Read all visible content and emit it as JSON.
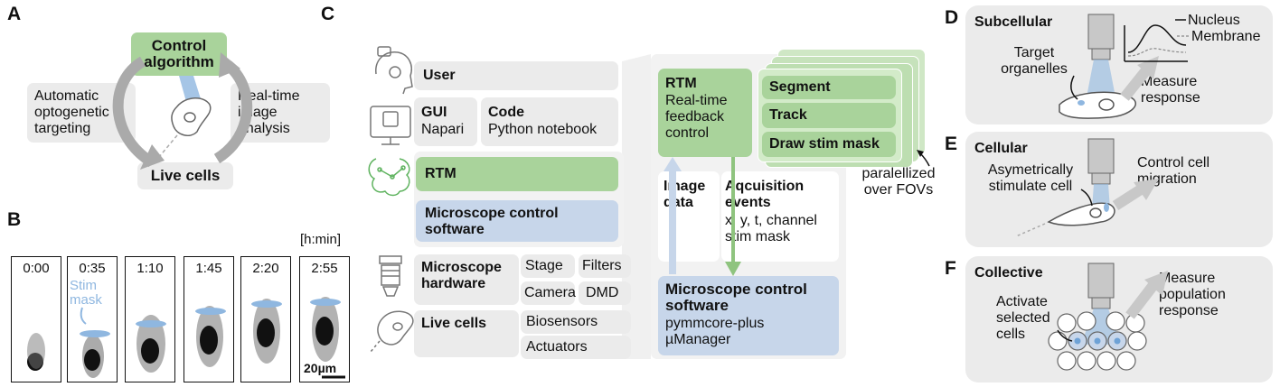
{
  "panels": {
    "a": "A",
    "b": "B",
    "c": "C",
    "d": "D",
    "e": "E",
    "f": "F"
  },
  "panel_a": {
    "control": "Control algorithm",
    "left": "Automatic optogenetic targeting",
    "right": "Real-time image analysis",
    "bottom": "Live cells"
  },
  "panel_b": {
    "unit": "[h:min]",
    "frames": [
      "0:00",
      "0:35",
      "1:10",
      "1:45",
      "2:20",
      "2:55"
    ],
    "stim_label": "Stim mask",
    "scale_bar": "20µm"
  },
  "panel_c": {
    "user": "User",
    "gui_title": "GUI",
    "gui_sub": "Napari",
    "code_title": "Code",
    "code_sub": "Python notebook",
    "rtm": "RTM",
    "mcs": "Microscope control software",
    "hw": "Microscope hardware",
    "stage": "Stage",
    "filters": "Filters",
    "camera": "Camera",
    "dmd": "DMD",
    "cells": "Live cells",
    "biosensors": "Biosensors",
    "actuators": "Actuators",
    "rtm_detail_title": "RTM",
    "rtm_detail_sub": "Real-time feedback control",
    "segment": "Segment",
    "track": "Track",
    "draw": "Draw stim mask",
    "parallel": "paralellized over FOVs",
    "image_data": "Image data",
    "acq_title": "Aqcuisition events",
    "acq_sub1": "x, y, t, channel",
    "acq_sub2": "stim mask",
    "mcs2_title": "Microscope control software",
    "mcs2_sub1": "pymmcore-plus",
    "mcs2_sub2": "µManager"
  },
  "panel_d": {
    "title": "Subcellular",
    "target": "Target organelles",
    "measure": "Measure response",
    "nucleus": "Nucleus",
    "membrane": "Membrane"
  },
  "panel_e": {
    "title": "Cellular",
    "stim": "Asymetrically stimulate cell",
    "control": "Control cell migration"
  },
  "panel_f": {
    "title": "Collective",
    "activate": "Activate selected cells",
    "measure": "Measure population response"
  },
  "colors": {
    "green": "#a9d39b",
    "blue": "#c7d6ea",
    "gray": "#ebebeb",
    "light_blue": "#8fb7e0"
  }
}
